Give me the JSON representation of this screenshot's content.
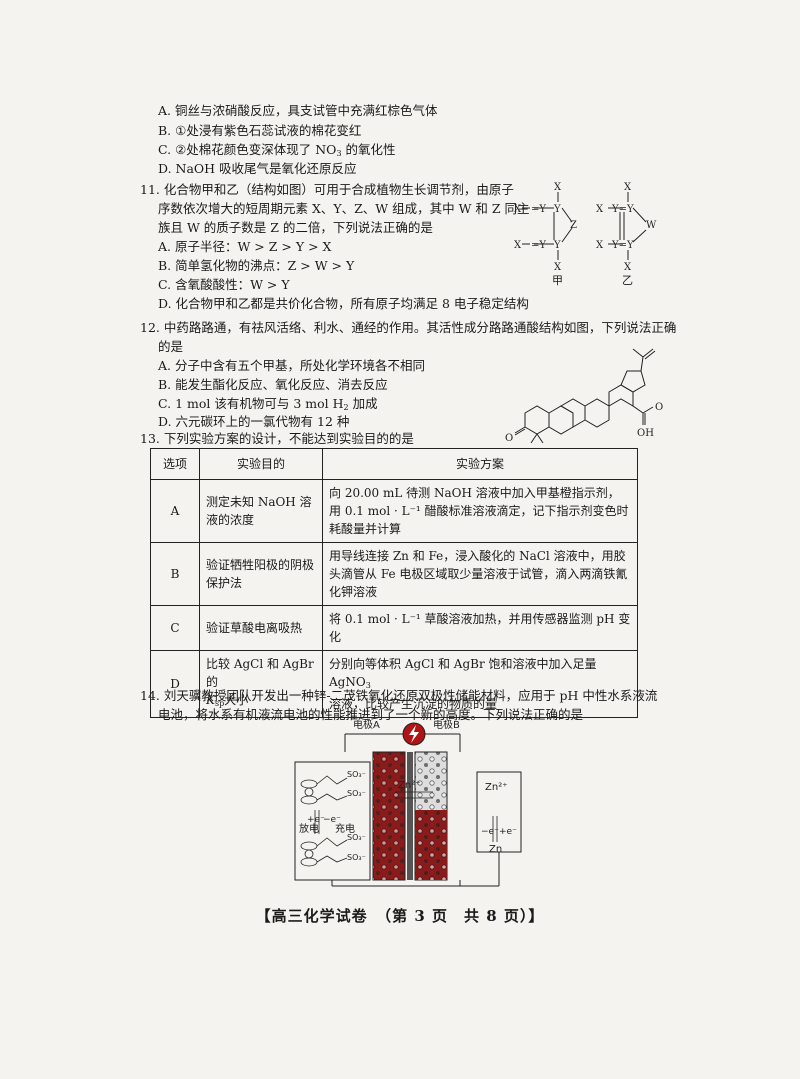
{
  "q10": {
    "optA": "A. 铜丝与浓硝酸反应，具支试管中充满红棕色气体",
    "optB": "B. ①处浸有紫色石蕊试液的棉花变红",
    "optC_pre": "C. ②处棉花颜色变深体现了 NO",
    "optC_sub": "3",
    "optC_post": " 的氧化性",
    "optD": "D. NaOH 吸收尾气是氧化还原反应"
  },
  "q11": {
    "line1": "11. 化合物甲和乙（结构如图）可用于合成植物生长调节剂，由原子",
    "line2": "序数依次增大的短周期元素 X、Y、Z、W 组成，其中 W 和 Z 同主",
    "line3": "族且 W 的质子数是 Z 的二倍，下列说法正确的是",
    "optA": "A. 原子半径：W > Z > Y > X",
    "optB": "B. 简单氢化物的沸点：Z > W > Y",
    "optC": "C. 含氧酸酸性：W > Y",
    "optD": "D. 化合物甲和乙都是共价化合物，所有原子均满足 8 电子稳定结构",
    "label_jia": "甲",
    "label_yi": "乙"
  },
  "q12": {
    "line1": "12. 中药路路通，有祛风活络、利水、通经的作用。其活性成分路路通酸结构如图，下列说法正确",
    "line2": "的是",
    "optA": "A. 分子中含有五个甲基，所处化学环境各不相同",
    "optB": "B. 能发生酯化反应、氧化反应、消去反应",
    "optC_pre": "C. 1 mol 该有机物可与 3 mol H",
    "optC_sub": "2",
    "optC_post": " 加成",
    "optD": "D. 六元碳环上的一氯代物有 12 种",
    "oh": "OH",
    "o": "O"
  },
  "q13": {
    "stem": "13. 下列实验方案的设计，不能达到实验目的的是",
    "headers": [
      "选项",
      "实验目的",
      "实验方案"
    ],
    "rows": [
      {
        "opt": "A",
        "goal": "测定未知 NaOH 溶液的浓度",
        "plan": "向 20.00 mL 待测 NaOH 溶液中加入甲基橙指示剂，用 0.1 mol · L⁻¹ 醋酸标准溶液滴定，记下指示剂变色时耗酸量并计算"
      },
      {
        "opt": "B",
        "goal": "验证牺牲阳极的阴极保护法",
        "plan": "用导线连接 Zn 和 Fe，浸入酸化的 NaCl 溶液中，用胶头滴管从 Fe 电极区域取少量溶液于试管，滴入两滴铁氰化钾溶液"
      },
      {
        "opt": "C",
        "goal": "验证草酸电离吸热",
        "plan": "将 0.1 mol · L⁻¹ 草酸溶液加热，并用传感器监测 pH 变化"
      },
      {
        "opt": "D",
        "goal_pre": "比较 AgCl 和 AgBr 的",
        "goal_k": "K",
        "goal_ksub": "sp",
        "goal_post": "大小",
        "plan_pre": "分别向等体积 AgCl 和 AgBr 饱和溶液中加入足量 AgNO",
        "plan_sub": "3",
        "plan_post": "溶液，比较产生沉淀的物质的量"
      }
    ]
  },
  "q14": {
    "line1": "14. 刘天骥教授团队开发出一种锌-二茂铁氧化还原双极性储能材料，应用于 pH 中性水系液流",
    "line2": "电池，将水系有机液流电池的性能推进到了一个新的高度。下列说法正确的是",
    "electrodeA": "电极A",
    "electrodeB": "电极B",
    "discharge": "放电",
    "charge": "充电",
    "plus_e": "+e⁻",
    "minus_e": "−e⁻",
    "zn2": "Zn²⁺",
    "zn": "Zn",
    "so3": "SO₃⁻",
    "fe": "Fe(II)"
  },
  "footer": "【高三化学试卷　（第 3 页　共 8 页）】"
}
